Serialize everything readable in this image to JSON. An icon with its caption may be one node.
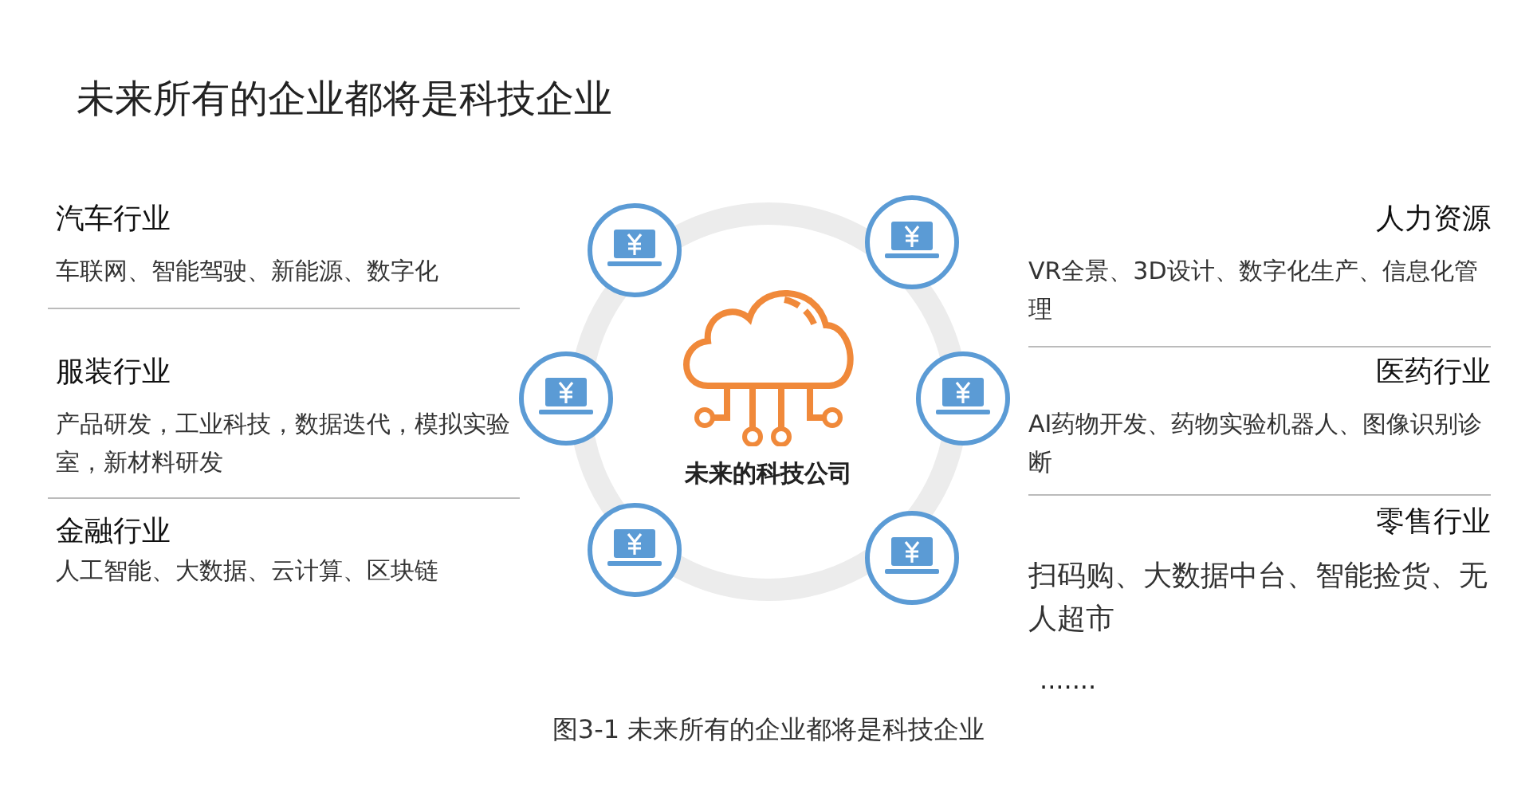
{
  "diagram": {
    "title": "未来所有的企业都将是科技企业",
    "caption": "图3-1 未来所有的企业都将是科技企业",
    "nodes": [
      {
        "text": [
          "汽车行业",
          "车联网、智能驾驶、新能源、数字化"
        ]
      },
      {
        "text": [
          "人力资源",
          "VR全景、3D设计、数字化生产、信息化管理"
        ]
      },
      {
        "text": [
          "服装行业",
          "产品研发，工业科技，数据迭代，模拟实验室，新材料研发"
        ]
      },
      {
        "text": [
          "未来的科技公司"
        ]
      },
      {
        "text": [
          "医药行业",
          "AI药物开发、药物实验机器人、图像识别诊断"
        ]
      },
      {
        "text": [
          "金融行业",
          "人工智能、大数据、云计算、区块链"
        ]
      },
      {
        "text": [
          "零售行业",
          "扫码购、大数据中台、智能捡货、无人超市"
        ]
      }
    ],
    "labels": [
      "......."
    ]
  }
}
